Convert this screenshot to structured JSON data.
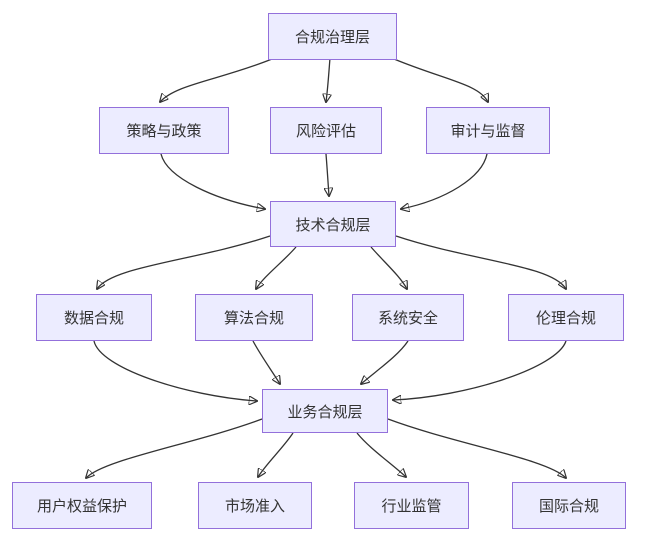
{
  "diagram": {
    "type": "flowchart",
    "direction": "top-down",
    "colors": {
      "node_fill": "#ECECFF",
      "node_border": "#9370DB",
      "node_text": "#333333",
      "edge": "#333333",
      "background": "#ffffff"
    },
    "nodes": [
      {
        "id": "governance",
        "label": "合规治理层"
      },
      {
        "id": "strategy",
        "label": "策略与政策"
      },
      {
        "id": "risk",
        "label": "风险评估"
      },
      {
        "id": "audit",
        "label": "审计与监督"
      },
      {
        "id": "technical",
        "label": "技术合规层"
      },
      {
        "id": "data",
        "label": "数据合规"
      },
      {
        "id": "algorithm",
        "label": "算法合规"
      },
      {
        "id": "system",
        "label": "系统安全"
      },
      {
        "id": "ethics",
        "label": "伦理合规"
      },
      {
        "id": "business",
        "label": "业务合规层"
      },
      {
        "id": "user-rights",
        "label": "用户权益保护"
      },
      {
        "id": "market",
        "label": "市场准入"
      },
      {
        "id": "industry",
        "label": "行业监管"
      },
      {
        "id": "international",
        "label": "国际合规"
      }
    ],
    "edges": [
      {
        "from": "governance",
        "to": "strategy"
      },
      {
        "from": "governance",
        "to": "risk"
      },
      {
        "from": "governance",
        "to": "audit"
      },
      {
        "from": "strategy",
        "to": "technical"
      },
      {
        "from": "risk",
        "to": "technical"
      },
      {
        "from": "audit",
        "to": "technical"
      },
      {
        "from": "technical",
        "to": "data"
      },
      {
        "from": "technical",
        "to": "algorithm"
      },
      {
        "from": "technical",
        "to": "system"
      },
      {
        "from": "technical",
        "to": "ethics"
      },
      {
        "from": "data",
        "to": "business"
      },
      {
        "from": "algorithm",
        "to": "business"
      },
      {
        "from": "system",
        "to": "business"
      },
      {
        "from": "ethics",
        "to": "business"
      },
      {
        "from": "business",
        "to": "user-rights"
      },
      {
        "from": "business",
        "to": "market"
      },
      {
        "from": "business",
        "to": "industry"
      },
      {
        "from": "business",
        "to": "international"
      }
    ]
  }
}
